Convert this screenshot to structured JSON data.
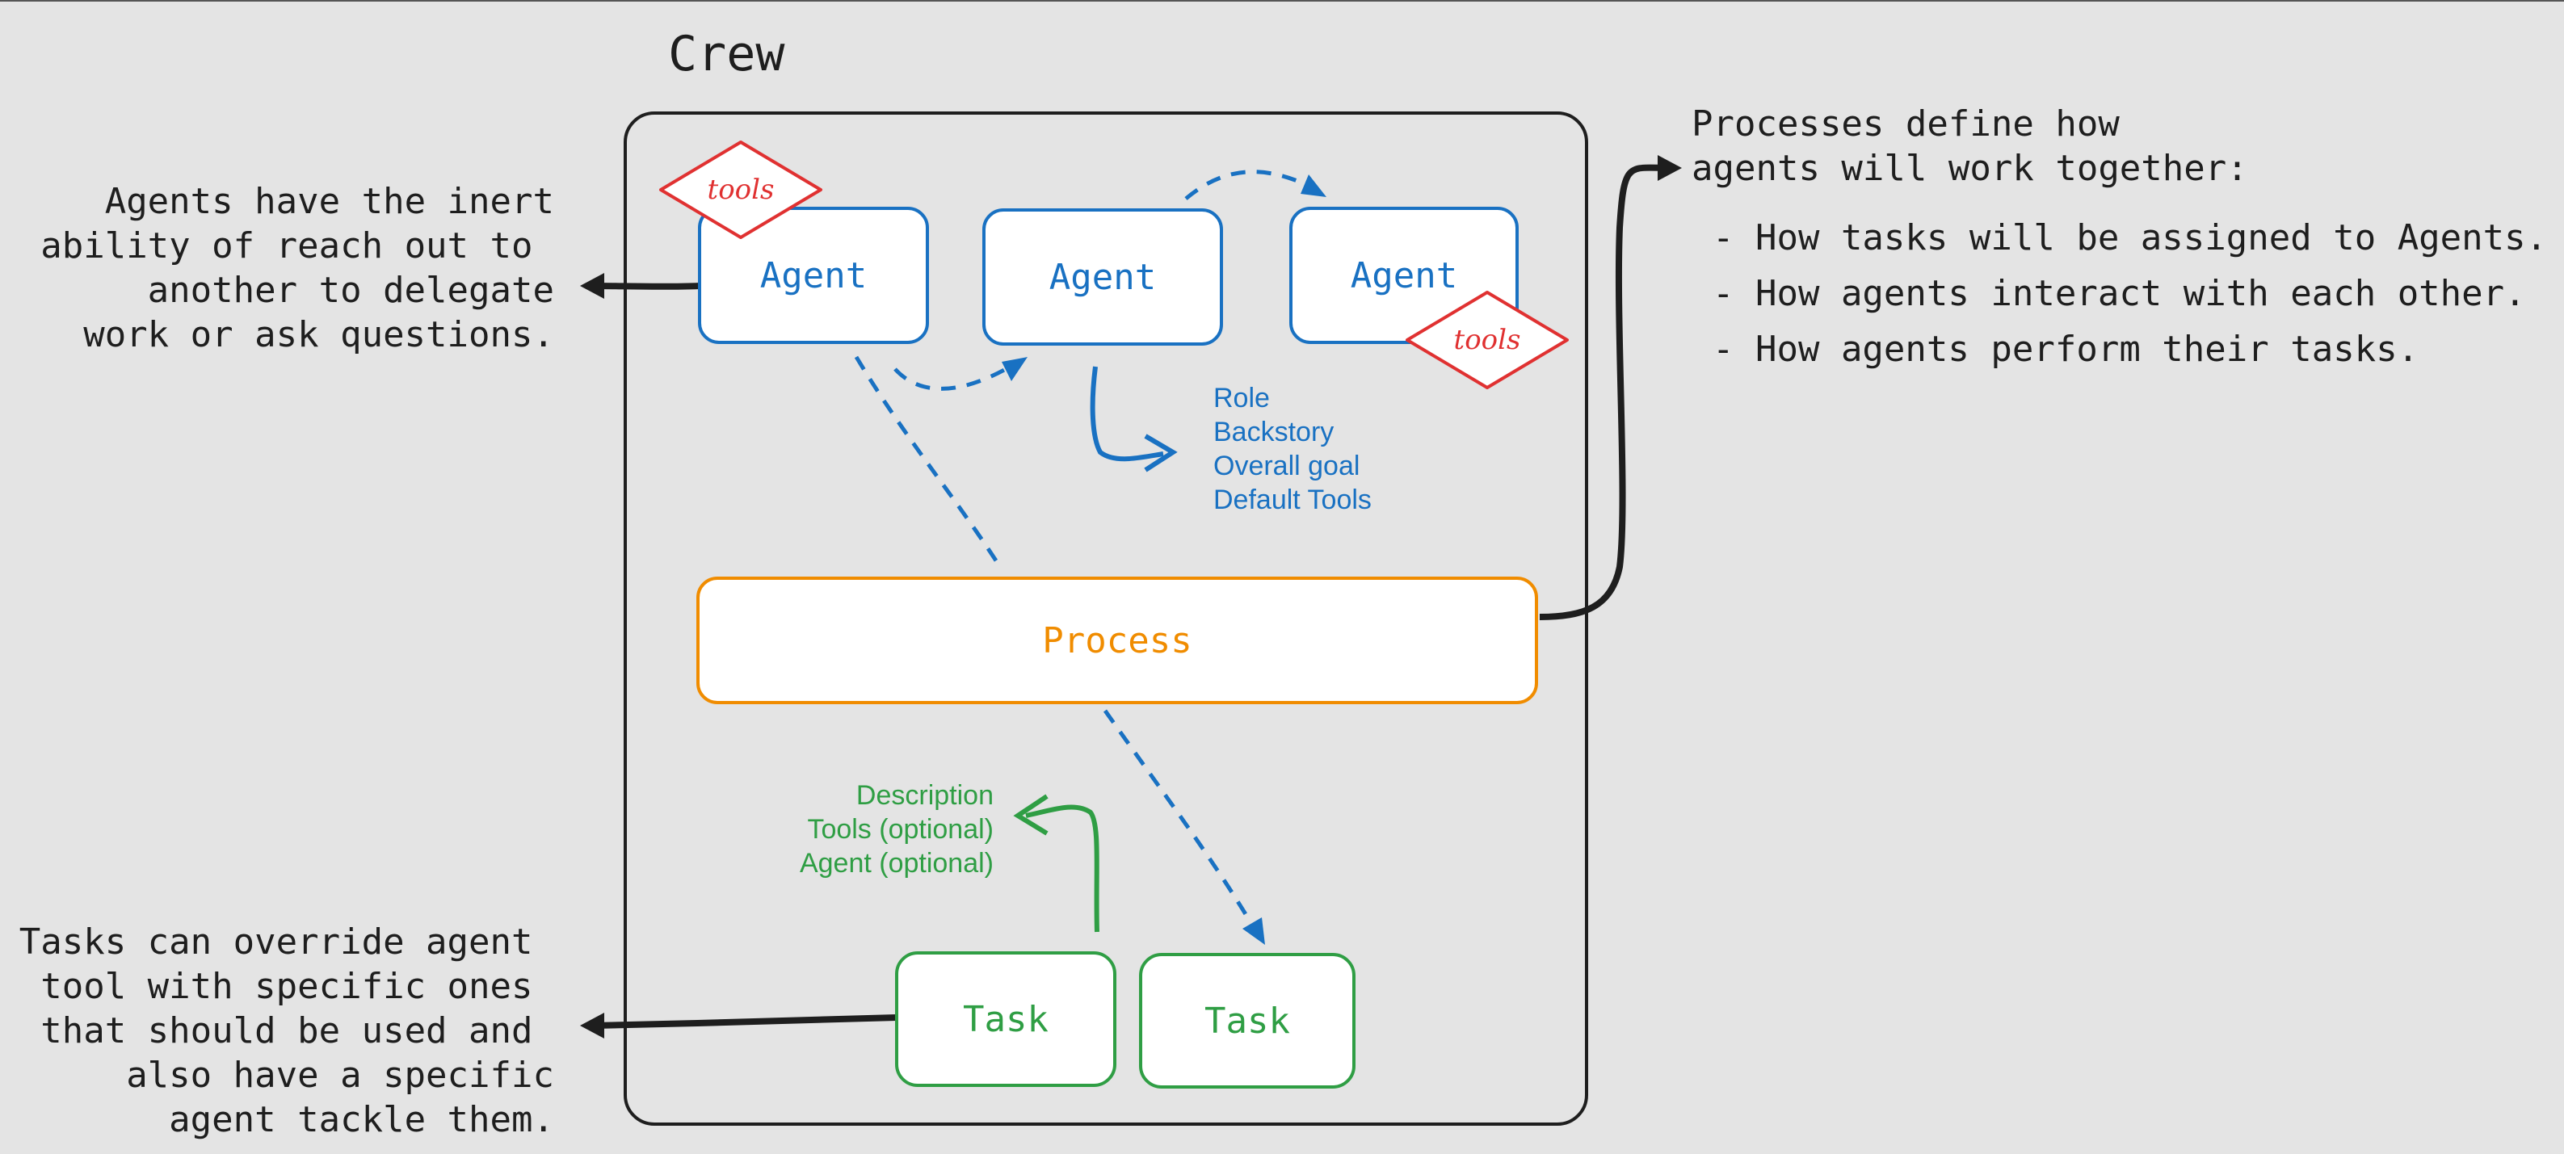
{
  "crew": {
    "title": "Crew"
  },
  "agents": [
    {
      "label": "Agent"
    },
    {
      "label": "Agent"
    },
    {
      "label": "Agent"
    }
  ],
  "tools_badges": [
    {
      "label": "tools"
    },
    {
      "label": "tools"
    }
  ],
  "agent_attributes": [
    "Role",
    "Backstory",
    "Overall goal",
    "Default Tools"
  ],
  "process": {
    "label": "Process"
  },
  "task_attributes": [
    "Description",
    "Tools (optional)",
    "Agent (optional)"
  ],
  "tasks": [
    {
      "label": "Task"
    },
    {
      "label": "Task"
    }
  ],
  "notes": {
    "agents_note": "Agents have the inert\nability of reach out to \nanother to delegate\nwork or ask questions.",
    "tasks_note": "Tasks can override agent \ntool with specific ones \nthat should be used and \nalso have a specific\nagent tackle them.",
    "process_note_title": "Processes define how\nagents will work together:",
    "process_note_items": [
      "- How tasks will be assigned to Agents.",
      "- How agents interact with each other.",
      "- How agents perform their tasks."
    ]
  },
  "colors": {
    "agent": "#1971c2",
    "process": "#f08c00",
    "task": "#2f9e44",
    "tools": "#e03131",
    "ink": "#1e1e1e",
    "background": "#e4e4e4"
  }
}
